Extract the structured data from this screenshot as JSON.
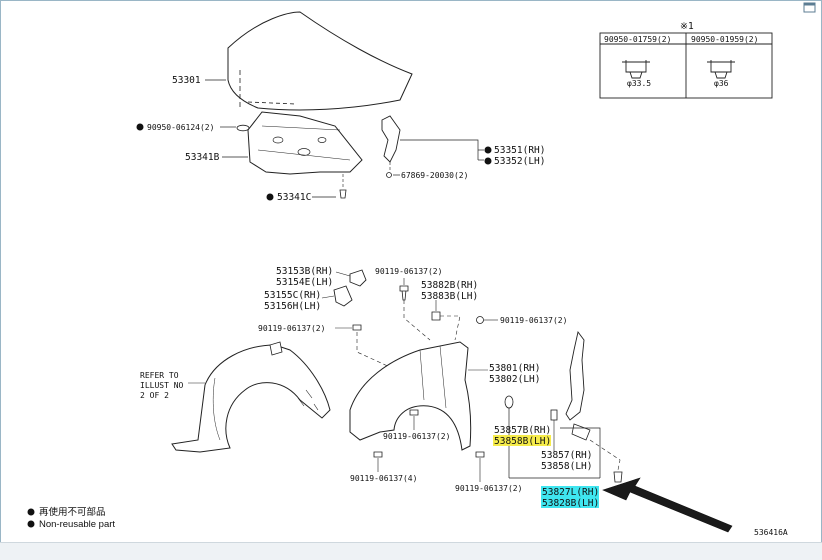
{
  "parts": {
    "hood": "53301",
    "hood_clip": "90950-06124(2)",
    "hood_insulator": "53341B",
    "insulator_clip": "53341C",
    "hinge_bolt": "67869-20030(2)",
    "hood_hinge_rh": "53351(RH)",
    "hood_hinge_lh": "53352(LH)",
    "bracket_a_rh": "53153B(RH)",
    "bracket_a_lh": "53154E(LH)",
    "bracket_b_rh": "53155C(RH)",
    "bracket_b_lh": "53156H(LH)",
    "screw_top": "90119-06137(2)",
    "fender_bracket_rh": "53882B(RH)",
    "fender_bracket_lh": "53883B(LH)",
    "screw_right": "90119-06137(2)",
    "screw_left": "90119-06137(2)",
    "fender_rh": "53801(RH)",
    "fender_lh": "53802(LH)",
    "refer_line1": "REFER TO",
    "refer_line2": "ILLUST NO",
    "refer_line3": "2 OF 2",
    "screw_mid": "90119-06137(2)",
    "seal_rh": "53857B(RH)",
    "seal_lh": "53858B(LH)",
    "seal2_rh": "53857(RH)",
    "seal2_lh": "53858(LH)",
    "screw_bottom": "90119-06137(4)",
    "screw_bottom_right": "90119-06137(2)",
    "liner_rh": "53827L(RH)",
    "liner_lh": "53828B(LH)"
  },
  "inset": {
    "mark": "※1",
    "col1_header": "90950-01759(2)",
    "col2_header": "90950-01959(2)",
    "col1_dim": "φ33.5",
    "col2_dim": "φ36"
  },
  "legend": {
    "line1": "再使用不可部品",
    "line2": "Non-reusable part"
  },
  "illustration_id": "536416A",
  "colors": {
    "highlight_yellow": "#f6ec4a",
    "highlight_cyan": "#3fe6f0",
    "accent": "#111111"
  }
}
